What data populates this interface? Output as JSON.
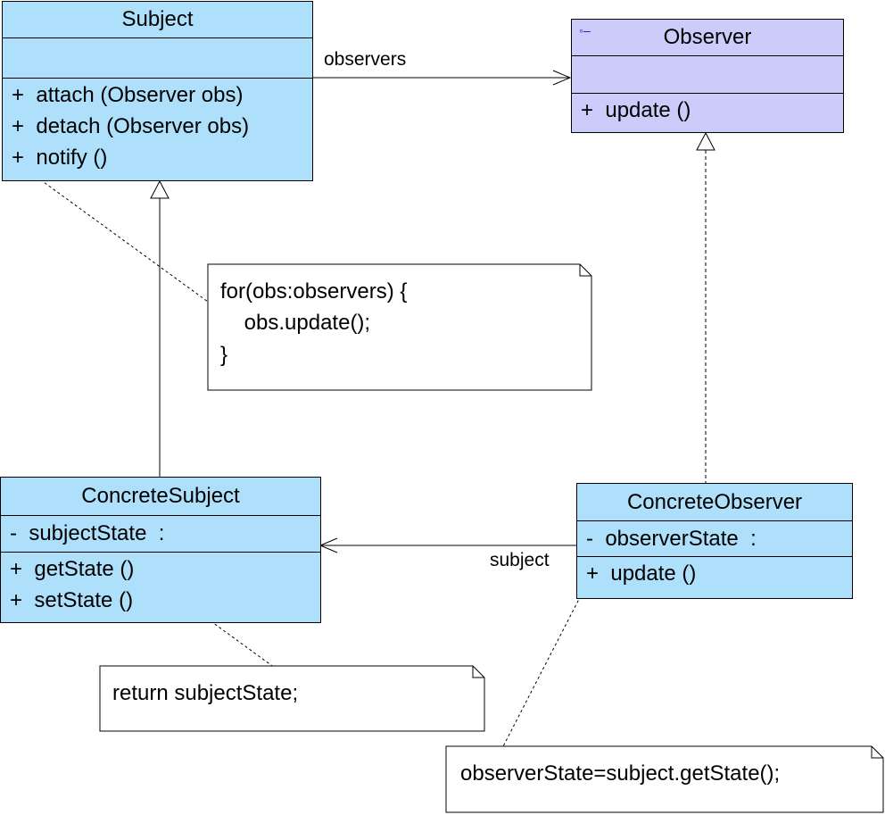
{
  "classes": {
    "subject": {
      "name": "Subject",
      "operations": [
        "+  attach (Observer obs)",
        "+  detach (Observer obs)",
        "+  notify ()"
      ]
    },
    "observer": {
      "name": "Observer",
      "stereotype_icon": "interface-icon",
      "operations": [
        "+  update ()"
      ]
    },
    "concrete_subject": {
      "name": "ConcreteSubject",
      "attributes": [
        "-  subjectState  :"
      ],
      "operations": [
        "+  getState ()",
        "+  setState ()"
      ]
    },
    "concrete_observer": {
      "name": "ConcreteObserver",
      "attributes": [
        "-  observerState  :"
      ],
      "operations": [
        "+  update ()"
      ]
    }
  },
  "associations": {
    "observers_label": "observers",
    "subject_label": "subject"
  },
  "notes": {
    "notify_note": [
      "for(obs:observers) {",
      "    obs.update();",
      "}"
    ],
    "getstate_note": [
      "return subjectState;"
    ],
    "update_note": [
      "observerState=subject.getState();"
    ]
  },
  "colors": {
    "class_fill": "#aee0fb",
    "interface_fill": "#cbccfa",
    "line": "#000000"
  }
}
